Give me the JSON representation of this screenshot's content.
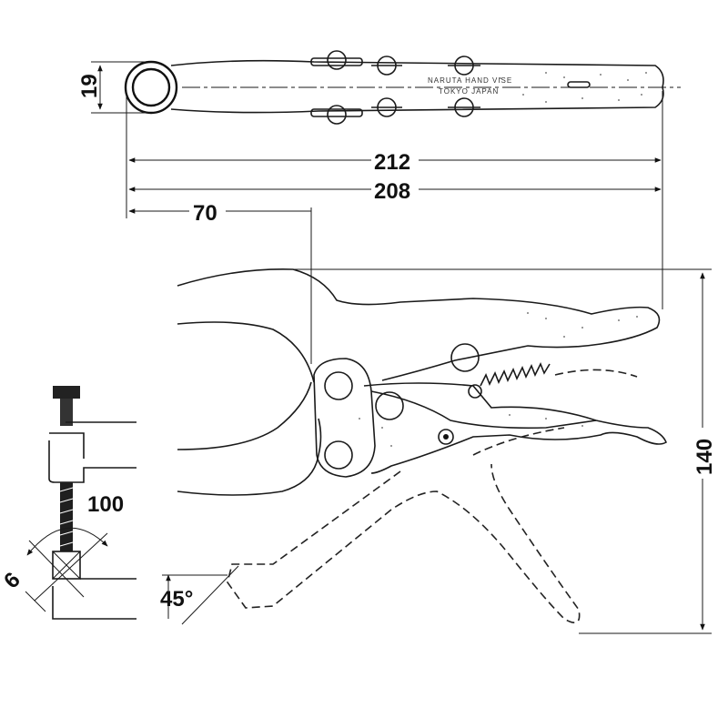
{
  "dimensions": {
    "width_19": "19",
    "length_212": "212",
    "length_208": "208",
    "jaw_70": "70",
    "height_140": "140",
    "opening_100": "100",
    "screw_6": "6",
    "angle_45": "45°"
  },
  "body_marking": {
    "line1": "NARUTA HAND VISE",
    "line2": "TOKYO JAPAN"
  }
}
